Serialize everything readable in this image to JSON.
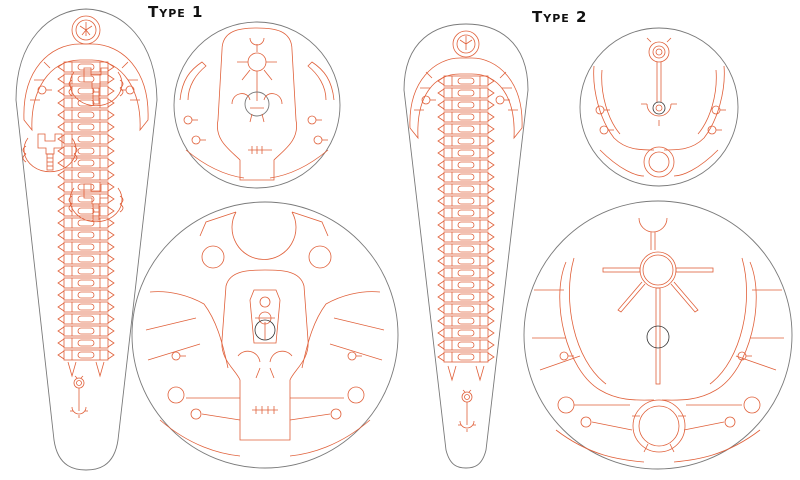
{
  "labels": {
    "type1": "Type 1",
    "type2": "Type 2"
  },
  "colors": {
    "cut_line": "#e0603a",
    "outline": "#7a7a7a",
    "guide": "#333333",
    "title": "#111111",
    "background": "#ffffff"
  },
  "groups": [
    {
      "name": "Type 1",
      "pieces": [
        {
          "id": "t1-long-shield",
          "shape": "teardrop",
          "features": [
            "spine segments",
            "three clamp glyphs",
            "crescent with circuit details",
            "ankh-like symbol at tip"
          ]
        },
        {
          "id": "t1-small-round",
          "shape": "circle",
          "features": [
            "skull",
            "sun-ankh symbol",
            "circuit arcs"
          ]
        },
        {
          "id": "t1-large-round",
          "shape": "circle",
          "features": [
            "skull with angry eyes",
            "moon crest",
            "circuit arcs",
            "guide circle"
          ]
        }
      ]
    },
    {
      "name": "Type 2",
      "pieces": [
        {
          "id": "t2-long-shield",
          "shape": "teardrop",
          "features": [
            "spine segments",
            "crescent with circuit details",
            "ankh-like symbol at tip"
          ]
        },
        {
          "id": "t2-small-round",
          "shape": "circle",
          "features": [
            "staff with rings",
            "crescent",
            "bottom ring"
          ]
        },
        {
          "id": "t2-large-round",
          "shape": "circle",
          "features": [
            "sun-ankh staff",
            "crescent",
            "bottom ring",
            "guide circle"
          ]
        }
      ]
    }
  ]
}
